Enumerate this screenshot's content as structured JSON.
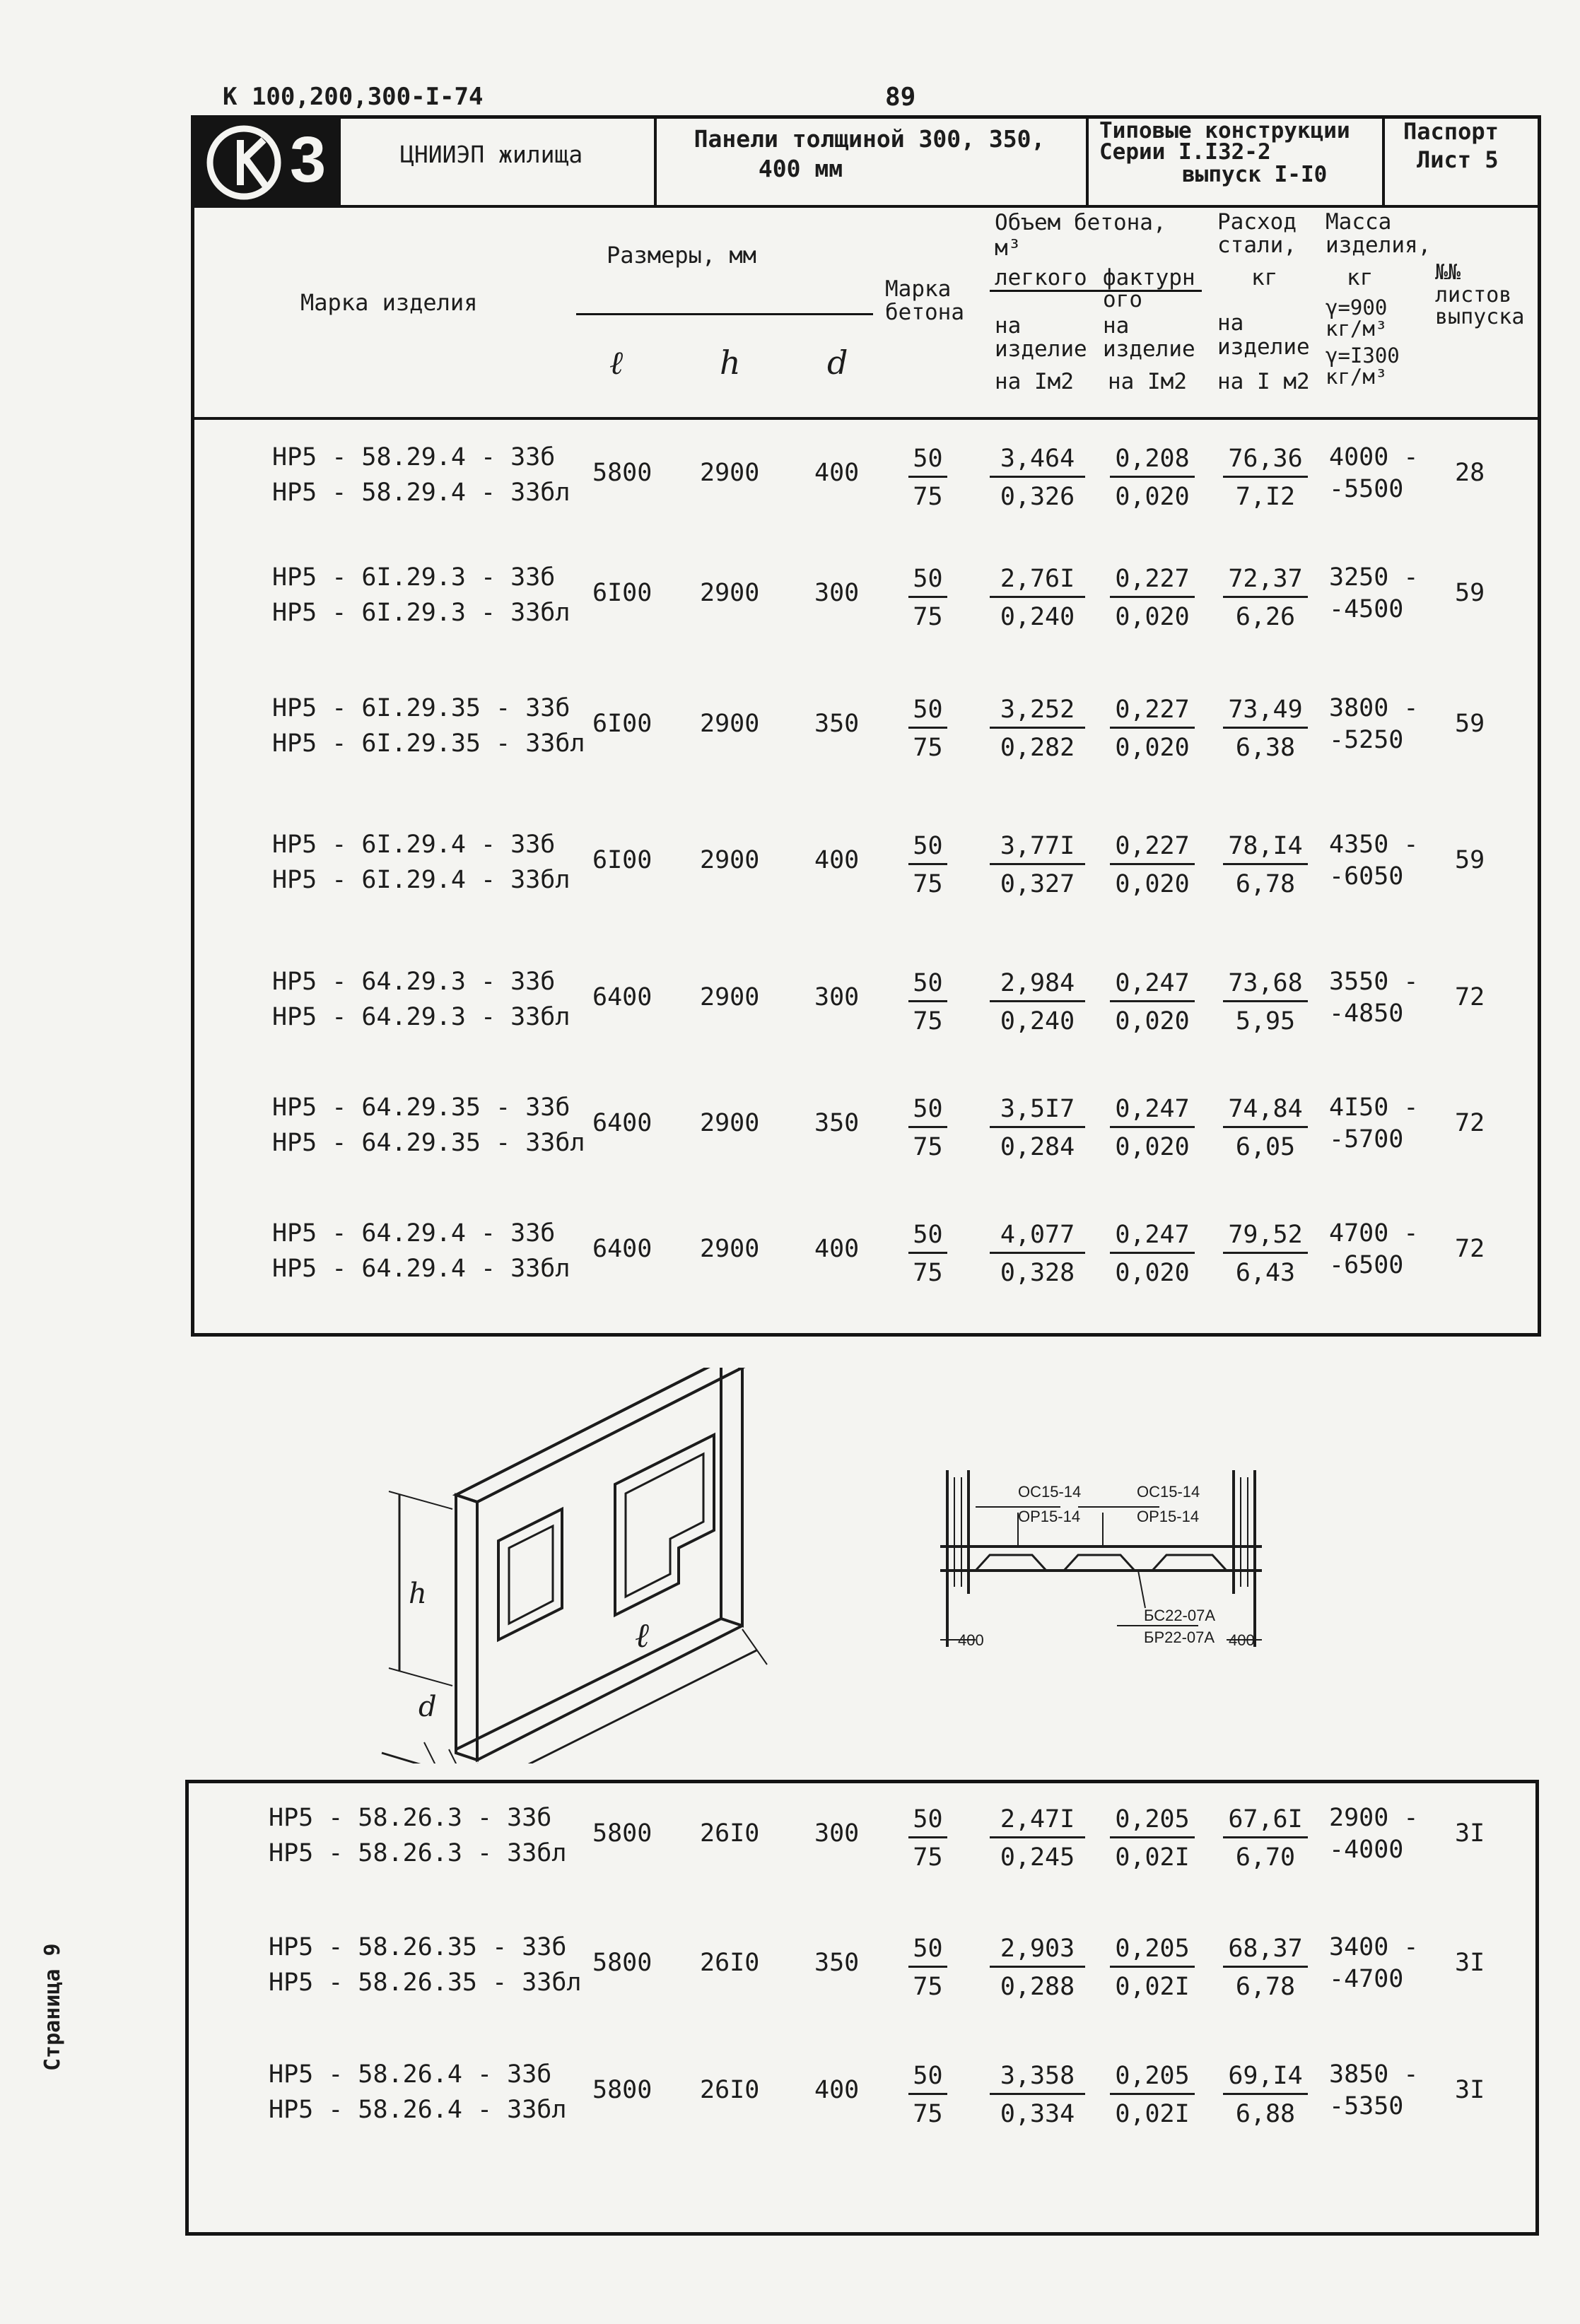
{
  "doc_code": "К 100,200,300-I-74",
  "page_number": "89",
  "header": {
    "logo_letter": "3",
    "org": "ЦНИИЭП жилища",
    "title": "Панели толщиной 300, 350, 400 мм",
    "title_line1": "Панели толщиной 300, 350,",
    "title_line2": "400 мм",
    "series_line1": "Типовые конструкции",
    "series_line2": "Серии I.I32-2",
    "series_line3": "выпуск I-I0",
    "passport_line1": "Паспорт",
    "passport_line2": "Лист 5"
  },
  "columns": {
    "mark": "Марка изделия",
    "dims": "Размеры, мм",
    "l": "ℓ",
    "h": "h",
    "d": "d",
    "concrete_grade": "Марка бетона",
    "volume": "Объем бетона, м³",
    "light": "легкого",
    "textured": "фактурного",
    "per_item": "на изделие",
    "per_m2": "на Iм2",
    "steel": "Расход стали,",
    "kg": "кг",
    "steel_per_item": "на изделие",
    "steel_per_m2": "на I м2",
    "mass": "Масса изделия,",
    "mass_kg": "кг",
    "gamma1": "γ=900 кг/м³",
    "gamma2": "γ=I300 кг/м³",
    "sheets": "№№ листов выпуска"
  },
  "rows": [
    {
      "mark_b": "НР5 - 58.29.4 - 33б",
      "mark_bl": "НР5 - 58.29.4 - 33бл",
      "l": "5800",
      "h": "2900",
      "d": "400",
      "grade_top": "50",
      "grade_bot": "75",
      "light_top": "3,464",
      "light_bot": "0,326",
      "tex_top": "0,208",
      "tex_bot": "0,020",
      "steel_top": "76,36",
      "steel_bot": "7,I2",
      "mass_top": "4000 -",
      "mass_bot": "-5500",
      "sheets": "28"
    },
    {
      "mark_b": "НР5 - 6I.29.3 - 33б",
      "mark_bl": "НР5 - 6I.29.3 - 33бл",
      "l": "6I00",
      "h": "2900",
      "d": "300",
      "grade_top": "50",
      "grade_bot": "75",
      "light_top": "2,76I",
      "light_bot": "0,240",
      "tex_top": "0,227",
      "tex_bot": "0,020",
      "steel_top": "72,37",
      "steel_bot": "6,26",
      "mass_top": "3250 -",
      "mass_bot": "-4500",
      "sheets": "59"
    },
    {
      "mark_b": "НР5 - 6I.29.35 - 33б",
      "mark_bl": "НР5 - 6I.29.35 - 33бл",
      "l": "6I00",
      "h": "2900",
      "d": "350",
      "grade_top": "50",
      "grade_bot": "75",
      "light_top": "3,252",
      "light_bot": "0,282",
      "tex_top": "0,227",
      "tex_bot": "0,020",
      "steel_top": "73,49",
      "steel_bot": "6,38",
      "mass_top": "3800 -",
      "mass_bot": "-5250",
      "sheets": "59"
    },
    {
      "mark_b": "НР5 - 6I.29.4 - 33б",
      "mark_bl": "НР5 - 6I.29.4 - 33бл",
      "l": "6I00",
      "h": "2900",
      "d": "400",
      "grade_top": "50",
      "grade_bot": "75",
      "light_top": "3,77I",
      "light_bot": "0,327",
      "tex_top": "0,227",
      "tex_bot": "0,020",
      "steel_top": "78,I4",
      "steel_bot": "6,78",
      "mass_top": "4350 -",
      "mass_bot": "-6050",
      "sheets": "59"
    },
    {
      "mark_b": "НР5 - 64.29.3 - 33б",
      "mark_bl": "НР5 - 64.29.3 - 33бл",
      "l": "6400",
      "h": "2900",
      "d": "300",
      "grade_top": "50",
      "grade_bot": "75",
      "light_top": "2,984",
      "light_bot": "0,240",
      "tex_top": "0,247",
      "tex_bot": "0,020",
      "steel_top": "73,68",
      "steel_bot": "5,95",
      "mass_top": "3550 -",
      "mass_bot": "-4850",
      "sheets": "72"
    },
    {
      "mark_b": "НР5 - 64.29.35 - 33б",
      "mark_bl": "НР5 - 64.29.35 - 33бл",
      "l": "6400",
      "h": "2900",
      "d": "350",
      "grade_top": "50",
      "grade_bot": "75",
      "light_top": "3,5I7",
      "light_bot": "0,284",
      "tex_top": "0,247",
      "tex_bot": "0,020",
      "steel_top": "74,84",
      "steel_bot": "6,05",
      "mass_top": "4I50 -",
      "mass_bot": "-5700",
      "sheets": "72"
    },
    {
      "mark_b": "НР5 - 64.29.4 - 33б",
      "mark_bl": "НР5 - 64.29.4 - 33бл",
      "l": "6400",
      "h": "2900",
      "d": "400",
      "grade_top": "50",
      "grade_bot": "75",
      "light_top": "4,077",
      "light_bot": "0,328",
      "tex_top": "0,247",
      "tex_bot": "0,020",
      "steel_top": "79,52",
      "steel_bot": "6,43",
      "mass_top": "4700 -",
      "mass_bot": "-6500",
      "sheets": "72"
    }
  ],
  "rows2": [
    {
      "mark_b": "НР5 - 58.26.3 - 33б",
      "mark_bl": "НР5 - 58.26.3 - 33бл",
      "l": "5800",
      "h": "26I0",
      "d": "300",
      "grade_top": "50",
      "grade_bot": "75",
      "light_top": "2,47I",
      "light_bot": "0,245",
      "tex_top": "0,205",
      "tex_bot": "0,02I",
      "steel_top": "67,6I",
      "steel_bot": "6,70",
      "mass_top": "2900 -",
      "mass_bot": "-4000",
      "sheets": "3I"
    },
    {
      "mark_b": "НР5 - 58.26.35 - 33б",
      "mark_bl": "НР5 - 58.26.35 - 33бл",
      "l": "5800",
      "h": "26I0",
      "d": "350",
      "grade_top": "50",
      "grade_bot": "75",
      "light_top": "2,903",
      "light_bot": "0,288",
      "tex_top": "0,205",
      "tex_bot": "0,02I",
      "steel_top": "68,37",
      "steel_bot": "6,78",
      "mass_top": "3400 -",
      "mass_bot": "-4700",
      "sheets": "3I"
    },
    {
      "mark_b": "НР5 - 58.26.4 - 33б",
      "mark_bl": "НР5 - 58.26.4 - 33бл",
      "l": "5800",
      "h": "26I0",
      "d": "400",
      "grade_top": "50",
      "grade_bot": "75",
      "light_top": "3,358",
      "light_bot": "0,334",
      "tex_top": "0,205",
      "tex_bot": "0,02I",
      "steel_top": "69,I4",
      "steel_bot": "6,88",
      "mass_top": "3850 -",
      "mass_bot": "-5350",
      "sheets": "3I"
    }
  ],
  "drawing": {
    "dim_h": "h",
    "dim_l": "ℓ",
    "dim_d": "d",
    "sec_oc1": "ОС15-14",
    "sec_op1": "ОР15-14",
    "sec_oc2": "ОС15-14",
    "sec_op2": "ОР15-14",
    "sec_bc": "БС22-07А",
    "sec_bp": "БР22-07А",
    "sec_dim_left": "400",
    "sec_dim_right": "400"
  },
  "side_label": "Страница 9"
}
